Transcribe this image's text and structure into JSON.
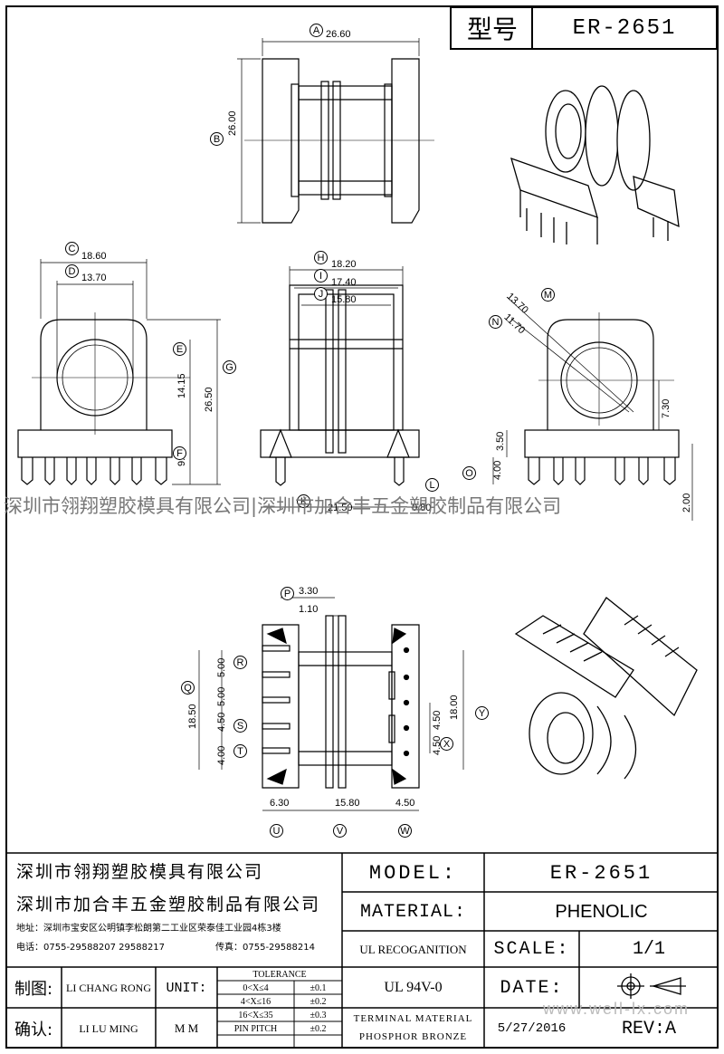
{
  "header": {
    "model_label": "型号",
    "model_value": "ER-2651"
  },
  "dims": {
    "A": "26.60",
    "B": "26.00",
    "C": "18.60",
    "D": "13.70",
    "E": "14.15",
    "F": "9.00",
    "G": "26.50",
    "H": "18.20",
    "I": "17.40",
    "J": "15.80",
    "K": "21.50",
    "L": "0.80",
    "M": "13.70",
    "N": "11.70",
    "O": "4.00",
    "h1": "3.50",
    "h2": "7.30",
    "h3": "2.00",
    "P": "3.30",
    "p2": "1.10",
    "Q": "18.50",
    "R": "5.00",
    "S": "5.00",
    "T": "4.00",
    "t2": "4.50",
    "U": "6.30",
    "V": "15.80",
    "W": "4.50",
    "X": "4.50",
    "x2": "4.50",
    "Y": "18.00"
  },
  "letters": [
    "A",
    "B",
    "C",
    "D",
    "E",
    "F",
    "G",
    "H",
    "I",
    "J",
    "K",
    "L",
    "M",
    "N",
    "O",
    "P",
    "Q",
    "R",
    "S",
    "T",
    "U",
    "V",
    "W",
    "X",
    "Y"
  ],
  "watermark": "深圳市翎翔塑胶模具有限公司|深圳市加合丰五金塑胶制品有限公司",
  "watermark_url": "www.well-lx.com",
  "title_block": {
    "company1": "深圳市翎翔塑胶模具有限公司",
    "company2": "深圳市加合丰五金塑胶制品有限公司",
    "address": "地址：深圳市宝安区公明镇李松朗第二工业区荣泰佳工业园4栋3楼",
    "phone": "电话：0755-29588207  29588217",
    "fax": "传真：0755-29588214",
    "model_label": "MODEL:",
    "model_value": "ER-2651",
    "material_label": "MATERIAL:",
    "material_value": "PHENOLIC",
    "ul_label": "UL RECOGANITION",
    "ul_value": "UL 94V-0",
    "scale_label": "SCALE:",
    "scale_value": "1/1",
    "date_label": "DATE:",
    "date_value": "5/27/2016",
    "rev_value": "REV:A",
    "terminal_line1": "TERMINAL MATERIAL",
    "terminal_line2": "PHOSPHOR  BRONZE",
    "drawn_label": "制图:",
    "drawn_value": "LI CHANG RONG",
    "check_label": "确认:",
    "check_value": "LI LU MING",
    "unit_label": "UNIT:",
    "unit_value": "M M",
    "tolerance_label": "TOLERANCE",
    "tolerances": [
      {
        "range": "0<X≤4",
        "tol": "±0.1"
      },
      {
        "range": "4<X≤16",
        "tol": "±0.2"
      },
      {
        "range": "16<X≤35",
        "tol": "±0.3"
      },
      {
        "range": "PIN PITCH",
        "tol": "±0.2"
      }
    ]
  }
}
